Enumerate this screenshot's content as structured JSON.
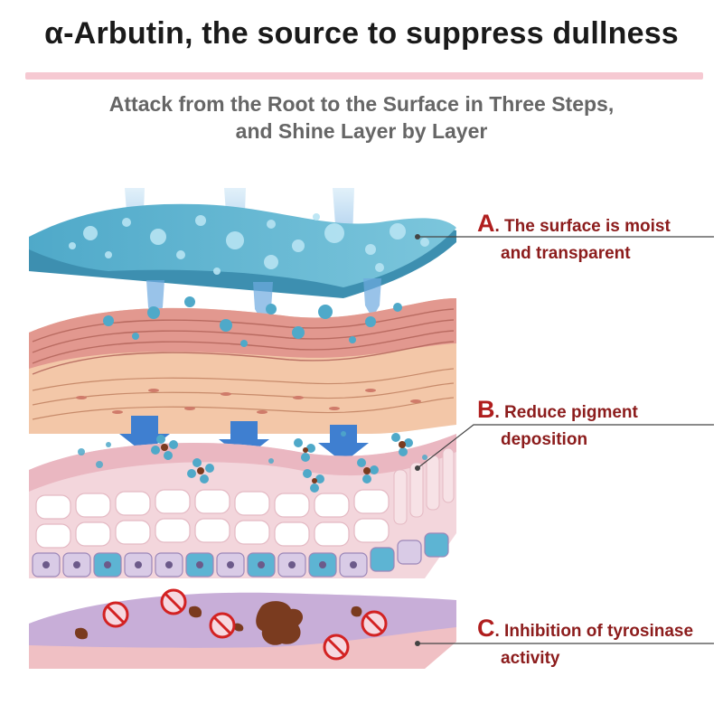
{
  "header": {
    "title": "α-Arbutin, the source to suppress dullness",
    "subtitle_line1": "Attack from the Root to the Surface in Three Steps,",
    "subtitle_line2": "and Shine Layer by Layer"
  },
  "labels": [
    {
      "letter": "A",
      "line1": ". The surface is moist",
      "line2": "and transparent"
    },
    {
      "letter": "B",
      "line1": ". Reduce pigment",
      "line2": "deposition"
    },
    {
      "letter": "C",
      "line1": ". Inhibition of tyrosinase",
      "line2": "activity"
    }
  ],
  "colors": {
    "accent": "#b01e1e",
    "label_text": "#8c1c1c",
    "divider": "#f6c9d2",
    "moisture": "#5fb8d3",
    "skin": "#e9a89a",
    "arrow": "#3f7fd0"
  }
}
